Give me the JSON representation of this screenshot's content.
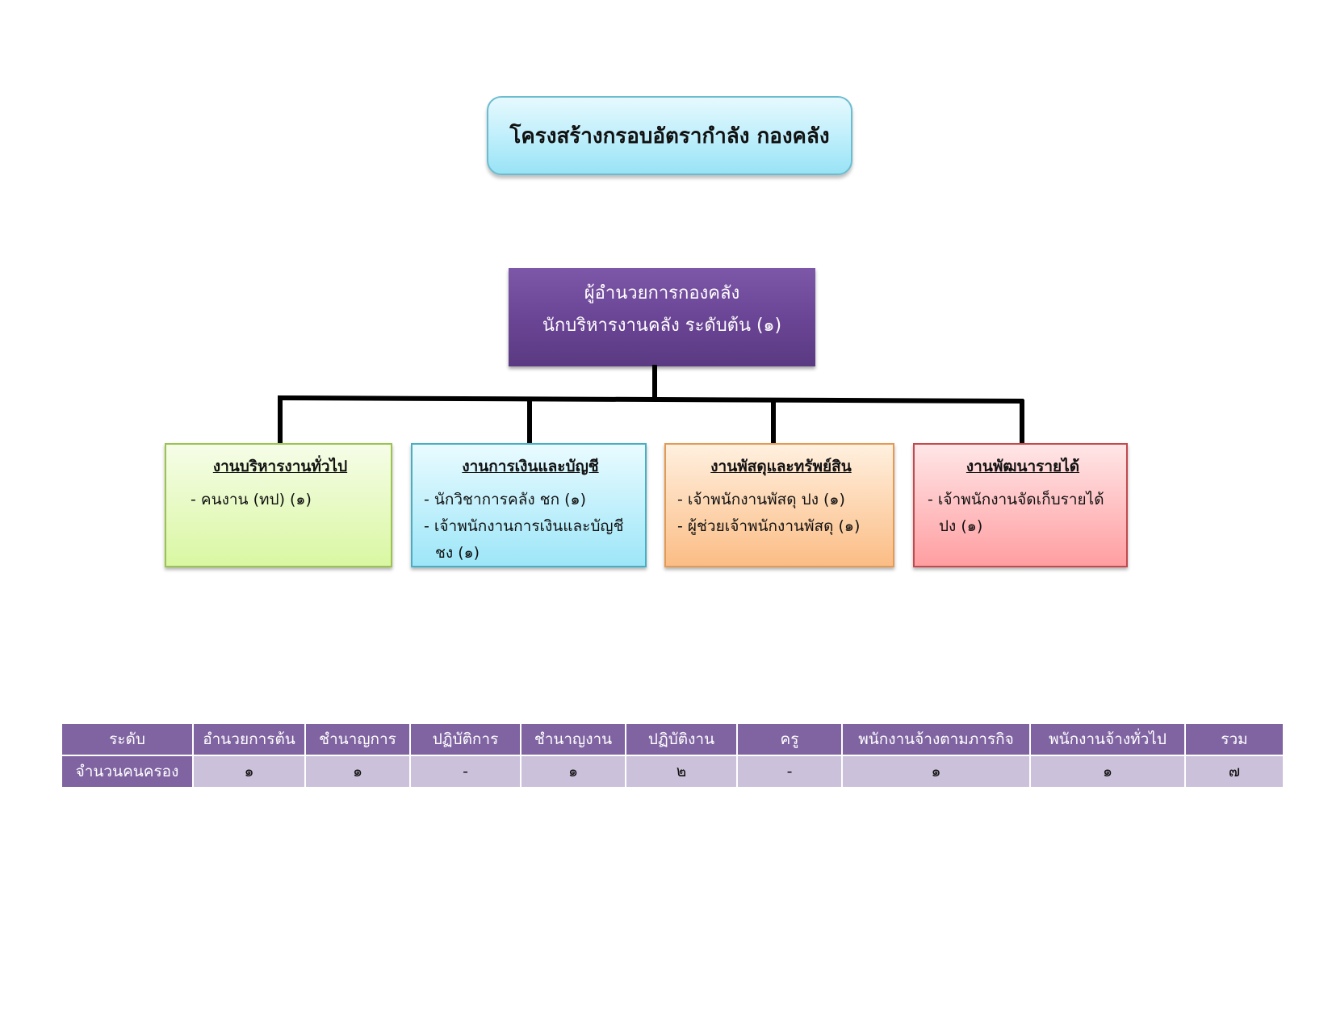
{
  "title": "โครงสร้างกรอบอัตรากำลัง กองคลัง",
  "director": {
    "line1": "ผู้อำนวยการกองคลัง",
    "line2": "นักบริหารงานคลัง ระดับต้น (๑)"
  },
  "units": [
    {
      "name": "งานบริหารงานทั่วไป",
      "items": [
        "- คนงาน  (ทป)  (๑)"
      ]
    },
    {
      "name": "งานการเงินและบัญชี",
      "items": [
        "- นักวิชาการคลัง ชก (๑)",
        "- เจ้าพนักงานการเงินและบัญชี ชง (๑)"
      ]
    },
    {
      "name": "งานพัสดุและทรัพย์สิน",
      "items": [
        "- เจ้าพนักงานพัสดุ ปง  (๑)",
        "- ผู้ช่วยเจ้าพนักงานพัสดุ  (๑)"
      ]
    },
    {
      "name": "งานพัฒนารายได้",
      "items": [
        "- เจ้าพนักงานจัดเก็บรายได้  ปง (๑)"
      ]
    }
  ],
  "table": {
    "headers": [
      "ระดับ",
      "อำนวยการต้น",
      "ชำนาญการ",
      "ปฏิบัติการ",
      "ชำนาญงาน",
      "ปฏิบัติงาน",
      "ครู",
      "พนักงานจ้างตามภารกิจ",
      "พนักงานจ้างทั่วไป",
      "รวม"
    ],
    "row_label": "จำนวนคนครอง",
    "values": [
      "๑",
      "๑",
      "-",
      "๑",
      "๒",
      "-",
      "๑",
      "๑",
      "๗"
    ]
  }
}
